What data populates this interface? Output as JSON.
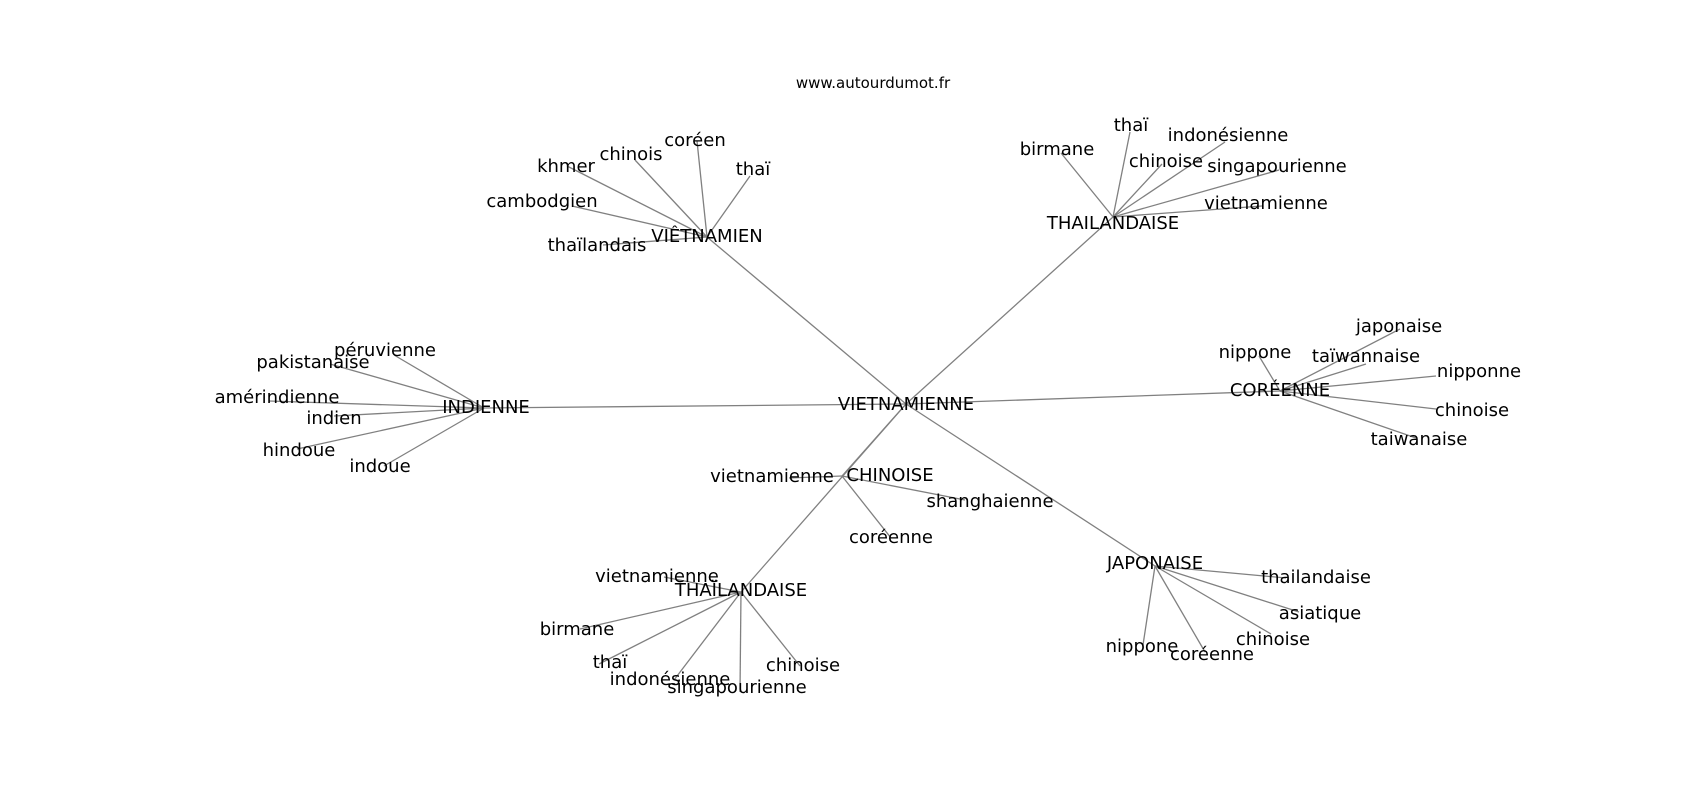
{
  "source": "www.autourdumot.fr",
  "colors": {
    "edge": "#808080",
    "text": "#000000",
    "background": "#ffffff"
  },
  "center": {
    "label": "VIETNAMIENNE"
  },
  "hubs": [
    {
      "id": "vietnamien",
      "label": "VIÊTNAMIEN",
      "leaves": [
        "coréen",
        "chinois",
        "khmer",
        "thaï",
        "cambodgien",
        "thaïlandais"
      ]
    },
    {
      "id": "thailandaise-top",
      "label": "THAILANDAISE",
      "leaves": [
        "thaï",
        "birmane",
        "indonésienne",
        "chinoise",
        "singapourienne",
        "vietnamienne"
      ]
    },
    {
      "id": "indienne",
      "label": "INDIENNE",
      "leaves": [
        "péruvienne",
        "pakistanaise",
        "amérindienne",
        "indien",
        "hindoue",
        "indoue"
      ]
    },
    {
      "id": "coreenne",
      "label": "CORÉENNE",
      "leaves": [
        "japonaise",
        "nippone",
        "taïwannaise",
        "nipponne",
        "chinoise",
        "taiwanaise"
      ]
    },
    {
      "id": "chinoise",
      "label": "CHINOISE",
      "leaves": [
        "vietnamienne",
        "shanghaienne",
        "coréenne"
      ]
    },
    {
      "id": "thailandaise-bottom",
      "label": "THAÏLANDAISE",
      "leaves": [
        "vietnamienne",
        "birmane",
        "thaï",
        "indonésienne",
        "singapourienne",
        "chinoise"
      ]
    },
    {
      "id": "japonaise",
      "label": "JAPONAISE",
      "leaves": [
        "thailandaise",
        "asiatique",
        "chinoise",
        "nippone",
        "coréenne"
      ]
    }
  ]
}
